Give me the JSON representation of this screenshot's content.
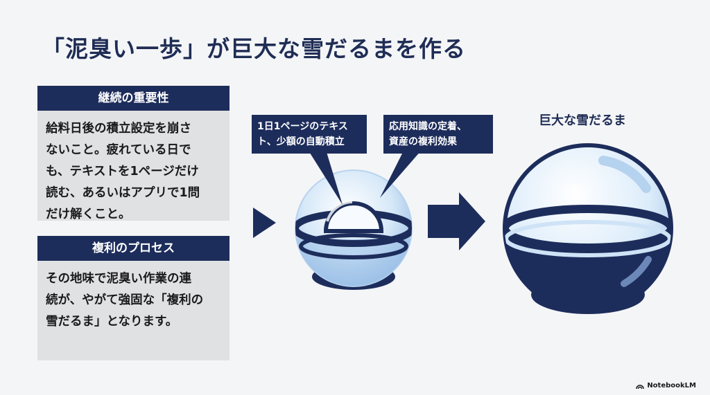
{
  "title": "「泥臭い一歩」が巨大な雪だるまを作る",
  "cards": [
    {
      "heading": "継続の重要性",
      "lines": [
        "給料日後の積立設定を崩さ",
        "ないこと。疲れている日で",
        "も、テキストを1ページだけ",
        "読む、あるいはアプリで1問",
        "だけ解くこと。"
      ]
    },
    {
      "heading": "複利のプロセス",
      "lines": [
        "その地味で泥臭い作業の連",
        "続が、やがて強固な「複利の",
        "雪だるま」となります。"
      ]
    }
  ],
  "callouts": [
    {
      "lines": [
        "1日1ページのテキス",
        "ト、少額の自動積立"
      ]
    },
    {
      "lines": [
        "応用知識の定着、",
        "資産の複利効果"
      ]
    }
  ],
  "big_snowball_label": "巨大な雪だるま",
  "branding": {
    "text": "NotebookLM",
    "icon": "notebooklm-logo-icon"
  },
  "colors": {
    "navy": "#1d2d5b",
    "light_blue": "#cfe3f7",
    "card_bg": "#e0e1e3"
  }
}
